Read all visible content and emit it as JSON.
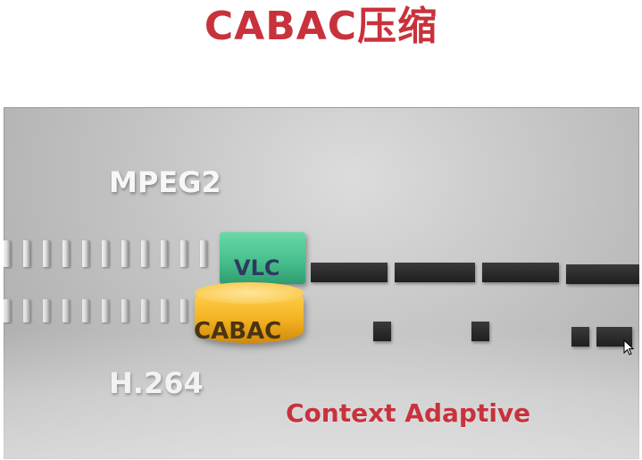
{
  "slide": {
    "title": "CABAC压缩"
  },
  "video": {
    "labels": {
      "mpeg2": "MPEG2",
      "h264": "H.264",
      "vlc": "VLC",
      "cabac": "CABAC",
      "context": "Context Adaptive"
    },
    "colors": {
      "title": "#c8323c",
      "vlc_block": "#48c08e",
      "cabac_block": "#f5b422",
      "bits": "#1f1f1f"
    },
    "icons": [
      "mouse-pointer-icon"
    ]
  }
}
